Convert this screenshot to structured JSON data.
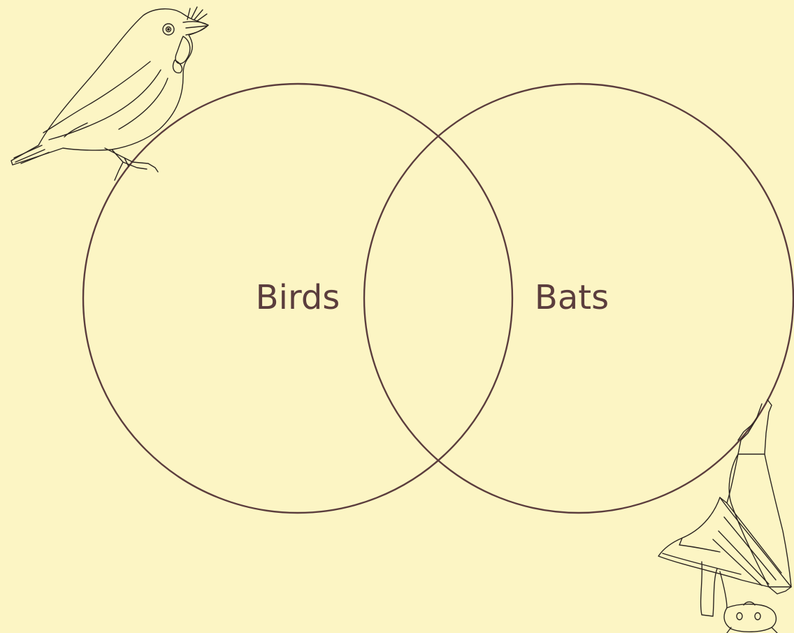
{
  "diagram": {
    "type": "venn",
    "sets": [
      {
        "label": "Birds"
      },
      {
        "label": "Bats"
      }
    ]
  },
  "colors": {
    "background": "#fcf5c4",
    "outline": "#5b3d3d",
    "illustration": "#2b2420"
  },
  "illustrations": [
    {
      "icon": "bird-perched-line-drawing"
    },
    {
      "icon": "bat-hanging-upside-down-line-drawing"
    }
  ]
}
